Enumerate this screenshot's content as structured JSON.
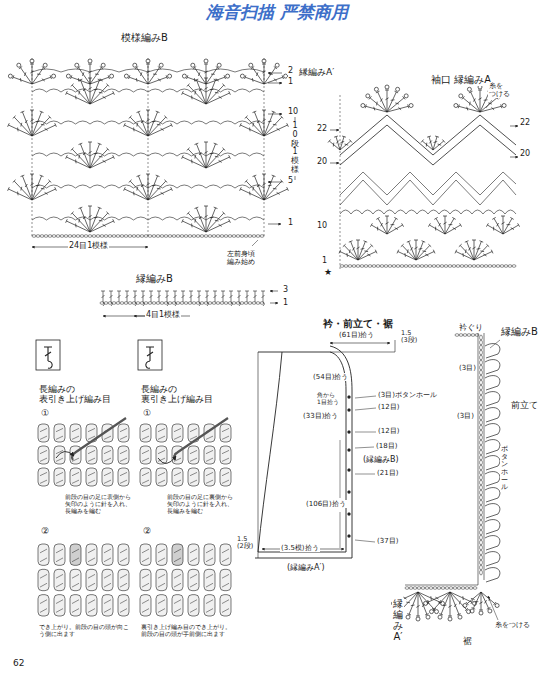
{
  "diagram": {
    "labels": [
      "海音扫描 严禁商用",
      "模様編みB",
      "2",
      "1",
      "縁編みA′",
      "10",
      "10段1模様",
      "5",
      "1",
      "24目1模様",
      "左前身頃 編み始め",
      "袖口 縁編みA",
      "糸を つける",
      "22",
      "22",
      "20",
      "20",
      "10",
      "1",
      "★",
      "縁編みB",
      "3",
      "1",
      "4目1模様",
      "長編みの 表引き上げ編み目",
      "長編みの 裏引き上げ編み目",
      "①",
      "①",
      "前段の目の足に表側から矢印のように針を入れ、長編みを編む",
      "前段の目の足に裏側から矢印のように針を入れ、長編みを編む",
      "②",
      "②",
      "でき上がり。前段の目の頭が向こう側に出ます",
      "裏引き上げ編み目のでき上がり。前段の目の頭が手前側に出ます",
      "衿・前立て・裾",
      "(61目)拾う",
      "1.5 (3段)",
      "(54目)拾う",
      "(3目)ボタンホール",
      "(12目)",
      "角から 1目拾う",
      "(33目)拾う",
      "(12目)",
      "(18目)",
      "(縁編みB)",
      "(21目)",
      "(106目)拾う",
      "(37目)",
      "1.5 (2段)",
      "(3.5模)拾う",
      "(縁編みA′)",
      "衿ぐり",
      "縁編みB",
      "(3目)",
      "前立て",
      "(3目)",
      "ボタンホール",
      "縁編みA′",
      "裾",
      "糸をつける",
      "62"
    ]
  }
}
